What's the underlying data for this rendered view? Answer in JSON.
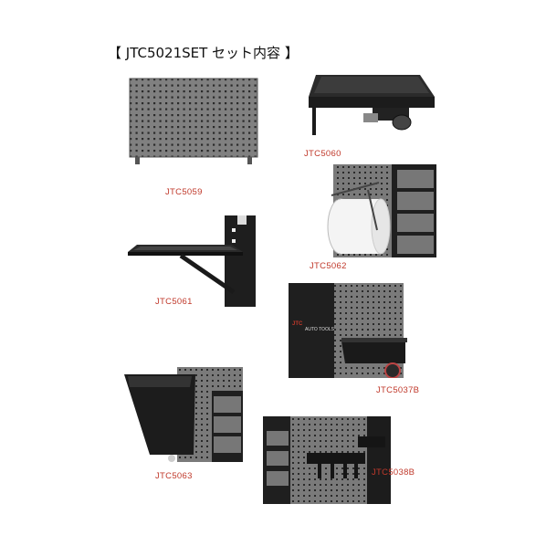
{
  "title": "【 JTC5021SET セット内容 】",
  "items": [
    {
      "code": "JTC5059"
    },
    {
      "code": "JTC5060"
    },
    {
      "code": "JTC5062"
    },
    {
      "code": "JTC5061"
    },
    {
      "code": "JTC5037B"
    },
    {
      "code": "JTC5063"
    },
    {
      "code": "JTC5038B"
    }
  ],
  "brand_text": "AUTO TOOLS",
  "colors": {
    "label": "#c0392b",
    "panel_gray": "#7d7d7d",
    "dark": "#1c1c1c"
  }
}
